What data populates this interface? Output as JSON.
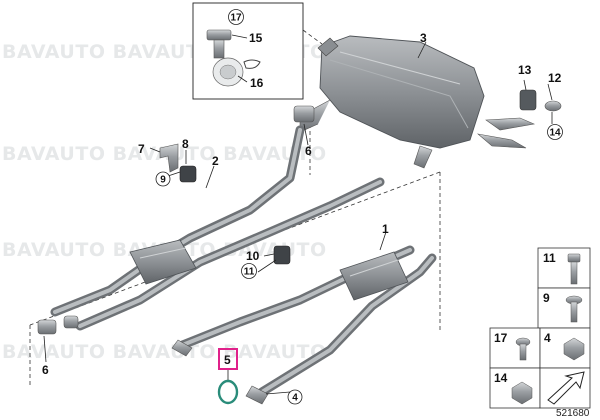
{
  "watermark": "BAVAUTO BAVAUTO BAVAUTO",
  "reference": "521680",
  "labels": {
    "p1": "1",
    "p2": "2",
    "p3": "3",
    "p4": "4",
    "p5": "5",
    "p6a": "6",
    "p6b": "6",
    "p7": "7",
    "p8": "8",
    "p9": "9",
    "p10": "10",
    "p11": "11",
    "p12": "12",
    "p13": "13",
    "p14": "14",
    "p15": "15",
    "p16": "16",
    "p17": "17"
  },
  "legend": {
    "c11": "11",
    "c9": "9",
    "c17": "17",
    "c4": "4",
    "c14": "14"
  },
  "colors": {
    "highlight": "#e0218a",
    "metal": "#7d8286",
    "metal_light": "#b4b8bb",
    "ring": "#2a8c7a"
  }
}
